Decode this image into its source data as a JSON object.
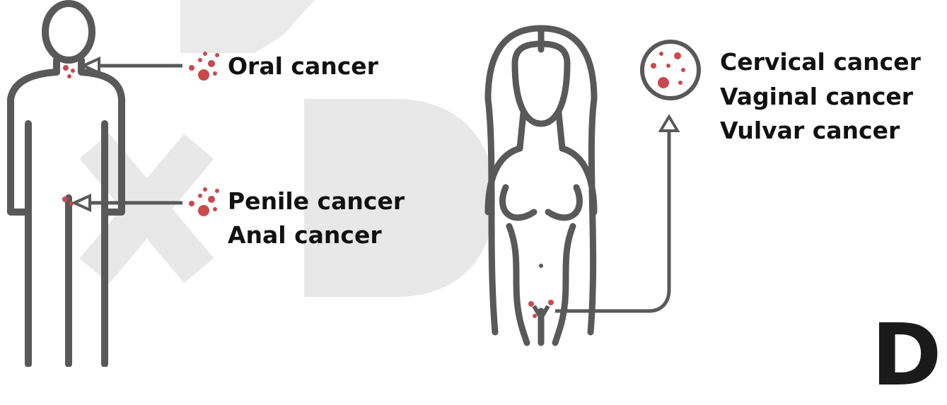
{
  "diagram": {
    "male_labels": [
      "Oral cancer",
      "Penile cancer",
      "Anal cancer"
    ],
    "female_labels": [
      "Cervical cancer",
      "Vaginal cancer",
      "Vulvar cancer"
    ],
    "brand_mark": "D",
    "colors": {
      "outline": "#595959",
      "marker": "#c9494c",
      "watermark": "#e6e6e6",
      "text": "#111111"
    }
  }
}
